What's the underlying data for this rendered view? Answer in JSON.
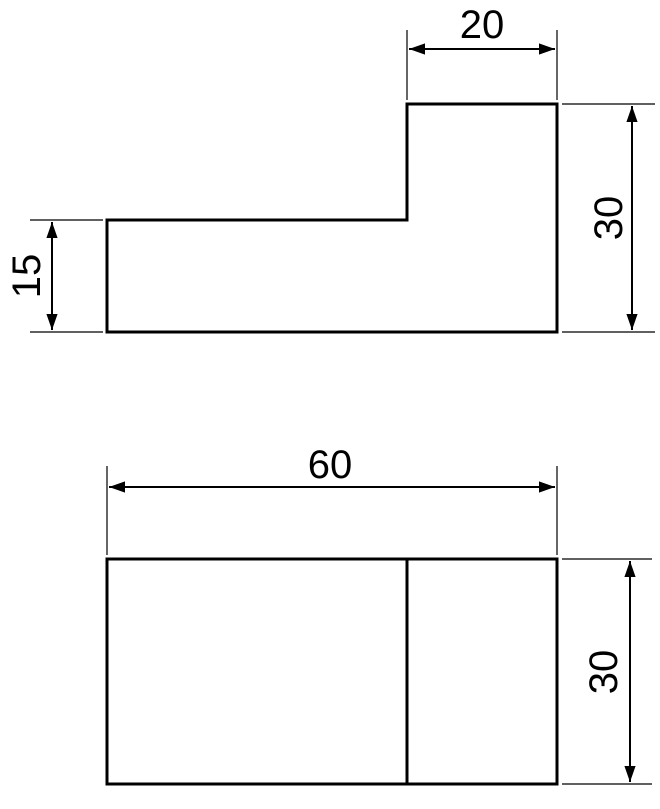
{
  "colors": {
    "line": "#000000",
    "background": "#ffffff"
  },
  "top_view": {
    "dim_top_width": "20",
    "dim_right_height": "30",
    "dim_left_height": "15"
  },
  "bottom_view": {
    "dim_overall_width": "60",
    "dim_right_height": "30"
  }
}
